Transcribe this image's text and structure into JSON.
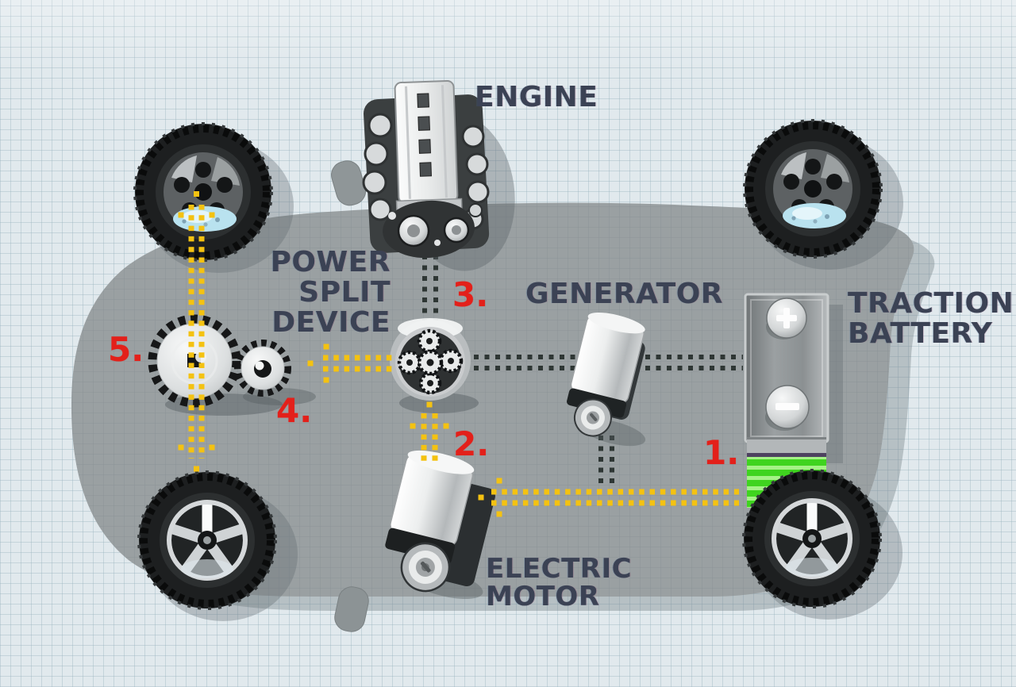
{
  "diagram": {
    "type": "hybrid-car-powertrain-top-view",
    "labels": {
      "engine": "ENGINE",
      "power_split_device": [
        "POWER",
        "SPLIT",
        "DEVICE"
      ],
      "generator": "GENERATOR",
      "traction_battery": [
        "TRACTION",
        "BATTERY"
      ],
      "electric_motor": [
        "ELECTRIC",
        "MOTOR"
      ]
    },
    "callouts": [
      {
        "number": "1."
      },
      {
        "number": "2."
      },
      {
        "number": "3."
      },
      {
        "number": "4."
      },
      {
        "number": "5."
      }
    ],
    "colors": {
      "background": "#e1e9ed",
      "grid_line": "#94b0bc",
      "car_body": "#9aa0a2",
      "power_flow_arrow_yellow": "#f4c211",
      "electric_line_dark": "#2e3634",
      "callout_red": "#e3201a",
      "battery_charge_green": "#3fd41f",
      "label_text": "#3b4254"
    }
  }
}
